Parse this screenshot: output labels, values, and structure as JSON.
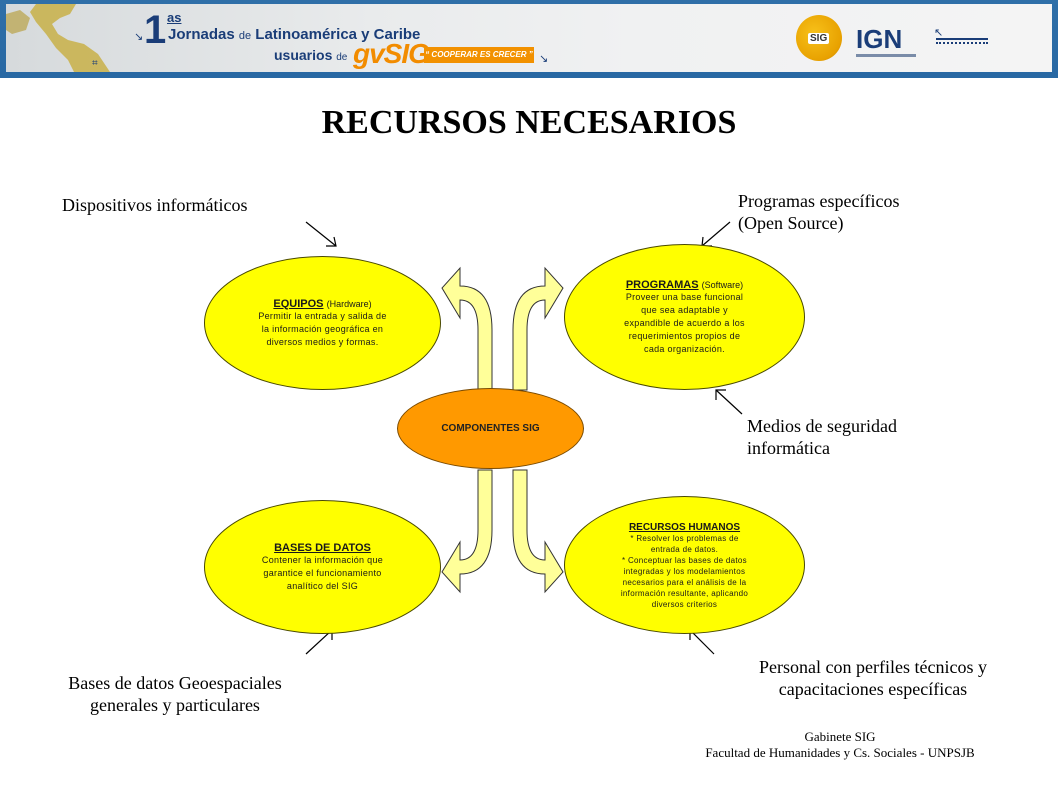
{
  "banner": {
    "number": "1",
    "number_sup": "as",
    "jornadas_prefix": "Jornadas",
    "jornadas_de": "de",
    "jornadas_rest": "Latinoamérica y Caribe",
    "usuarios_label": "usuarios",
    "usuarios_de": "de",
    "gvsig_logo": "gvSIG",
    "cooperar": "“ COOPERAR ES CRECER ”",
    "sig_logo_text": "SIG",
    "ign_text": "IGN",
    "colors": {
      "banner_border": "#2f6fa8",
      "brand_blue": "#1a3d78",
      "brand_orange": "#f29100"
    }
  },
  "title": "RECURSOS NECESARIOS",
  "labels": {
    "dispositivos": "Dispositivos informáticos",
    "programas_line1": "Programas específicos",
    "programas_line2": "(Open Source)",
    "medios_line1": "Medios de seguridad",
    "medios_line2": "informática",
    "bases_line1": "Bases de datos Geoespaciales",
    "bases_line2": "generales  y particulares",
    "personal_line1": "Personal con perfiles técnicos y",
    "personal_line2": "capacitaciones específicas"
  },
  "nodes": {
    "equipos": {
      "title": "EQUIPOS",
      "subtitle": "(Hardware)",
      "body": [
        "Permitir la entrada y salida de",
        "la información geográfica en",
        "diversos medios y formas."
      ]
    },
    "programas": {
      "title": "PROGRAMAS",
      "subtitle": "(Software)",
      "body": [
        "Proveer una base funcional",
        "que sea adaptable y",
        "expandible de acuerdo a los",
        "requerimientos propios de",
        "cada organización."
      ]
    },
    "bases": {
      "title": "BASES DE DATOS",
      "body": [
        "Contener la información que",
        "garantice el funcionamiento",
        "analítico del SIG"
      ]
    },
    "recursos": {
      "title": "RECURSOS HUMANOS",
      "body": [
        "* Resolver los problemas de",
        "entrada de datos.",
        "* Conceptuar las bases de datos",
        "integradas y los modelamientos",
        "necesarios para el análisis de la",
        "información resultante, aplicando",
        "diversos criterios"
      ]
    },
    "center": "COMPONENTES SIG"
  },
  "colors": {
    "node_fill": "#ffff00",
    "center_fill": "#ff9900",
    "arrow_fill": "#ffff99"
  },
  "footer": {
    "line1": "Gabinete SIG",
    "line2": "Facultad de Humanidades y Cs. Sociales - UNPSJB"
  }
}
